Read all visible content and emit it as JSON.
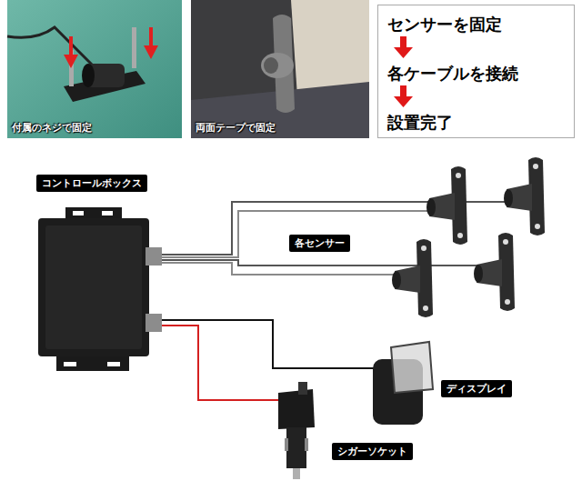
{
  "diagram": {
    "nodes": [
      {
        "text": [
          "付属のネジで固定"
        ]
      },
      {
        "text": [
          "両面テープで固定"
        ]
      },
      {
        "text": [
          "センサーを固定",
          "各ケーブルを接続",
          "設置完了"
        ]
      },
      {
        "text": [
          "コントロールボックス"
        ]
      },
      {
        "text": [
          "各センサー"
        ]
      },
      {
        "text": [
          "ディスプレイ"
        ]
      },
      {
        "text": [
          "シガーソケット"
        ]
      }
    ]
  }
}
